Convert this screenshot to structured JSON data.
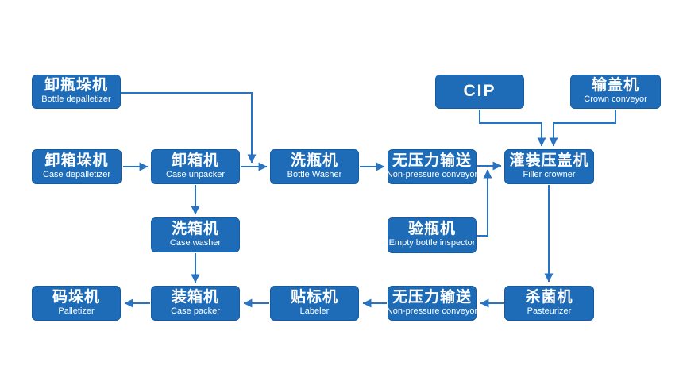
{
  "colors": {
    "box_fill": "#1e6cb8",
    "box_text": "#ffffff",
    "connector": "#2873c2",
    "background": "#ffffff"
  },
  "nodes": {
    "bottle_depalletizer": {
      "zh": "卸瓶垛机",
      "en": "Bottle depalletizer"
    },
    "cip": {
      "zh": "CIP"
    },
    "crown_conveyor": {
      "zh": "输盖机",
      "en": "Crown conveyor"
    },
    "case_depalletizer": {
      "zh": "卸箱垛机",
      "en": "Case depalletizer"
    },
    "case_unpacker": {
      "zh": "卸箱机",
      "en": "Case unpacker"
    },
    "bottle_washer": {
      "zh": "洗瓶机",
      "en": "Bottle Washer"
    },
    "non_pressure_conveyor_1": {
      "zh": "无压力输送",
      "en": "Non-pressure conveyor"
    },
    "filler_crowner": {
      "zh": "灌装压盖机",
      "en": "Filler crowner"
    },
    "case_washer": {
      "zh": "洗箱机",
      "en": "Case washer"
    },
    "empty_bottle_inspector": {
      "zh": "验瓶机",
      "en": "Empty bottle inspector"
    },
    "palletizer": {
      "zh": "码垛机",
      "en": "Palletizer"
    },
    "case_packer": {
      "zh": "装箱机",
      "en": "Case packer"
    },
    "labeler": {
      "zh": "贴标机",
      "en": "Labeler"
    },
    "non_pressure_conveyor_2": {
      "zh": "无压力输送",
      "en": "Non-pressure conveyor"
    },
    "pasteurizer": {
      "zh": "杀菌机",
      "en": "Pasteurizer"
    }
  },
  "edges": [
    {
      "from": "bottle_depalletizer",
      "to": "bottle_washer"
    },
    {
      "from": "case_depalletizer",
      "to": "case_unpacker"
    },
    {
      "from": "case_unpacker",
      "to": "bottle_washer"
    },
    {
      "from": "bottle_washer",
      "to": "non_pressure_conveyor_1"
    },
    {
      "from": "non_pressure_conveyor_1",
      "to": "filler_crowner"
    },
    {
      "from": "cip",
      "to": "filler_crowner"
    },
    {
      "from": "crown_conveyor",
      "to": "filler_crowner"
    },
    {
      "from": "empty_bottle_inspector",
      "to": "filler_crowner"
    },
    {
      "from": "case_unpacker",
      "to": "case_washer"
    },
    {
      "from": "case_washer",
      "to": "case_packer"
    },
    {
      "from": "filler_crowner",
      "to": "pasteurizer"
    },
    {
      "from": "pasteurizer",
      "to": "non_pressure_conveyor_2"
    },
    {
      "from": "non_pressure_conveyor_2",
      "to": "labeler"
    },
    {
      "from": "labeler",
      "to": "case_packer"
    },
    {
      "from": "case_packer",
      "to": "palletizer"
    }
  ]
}
